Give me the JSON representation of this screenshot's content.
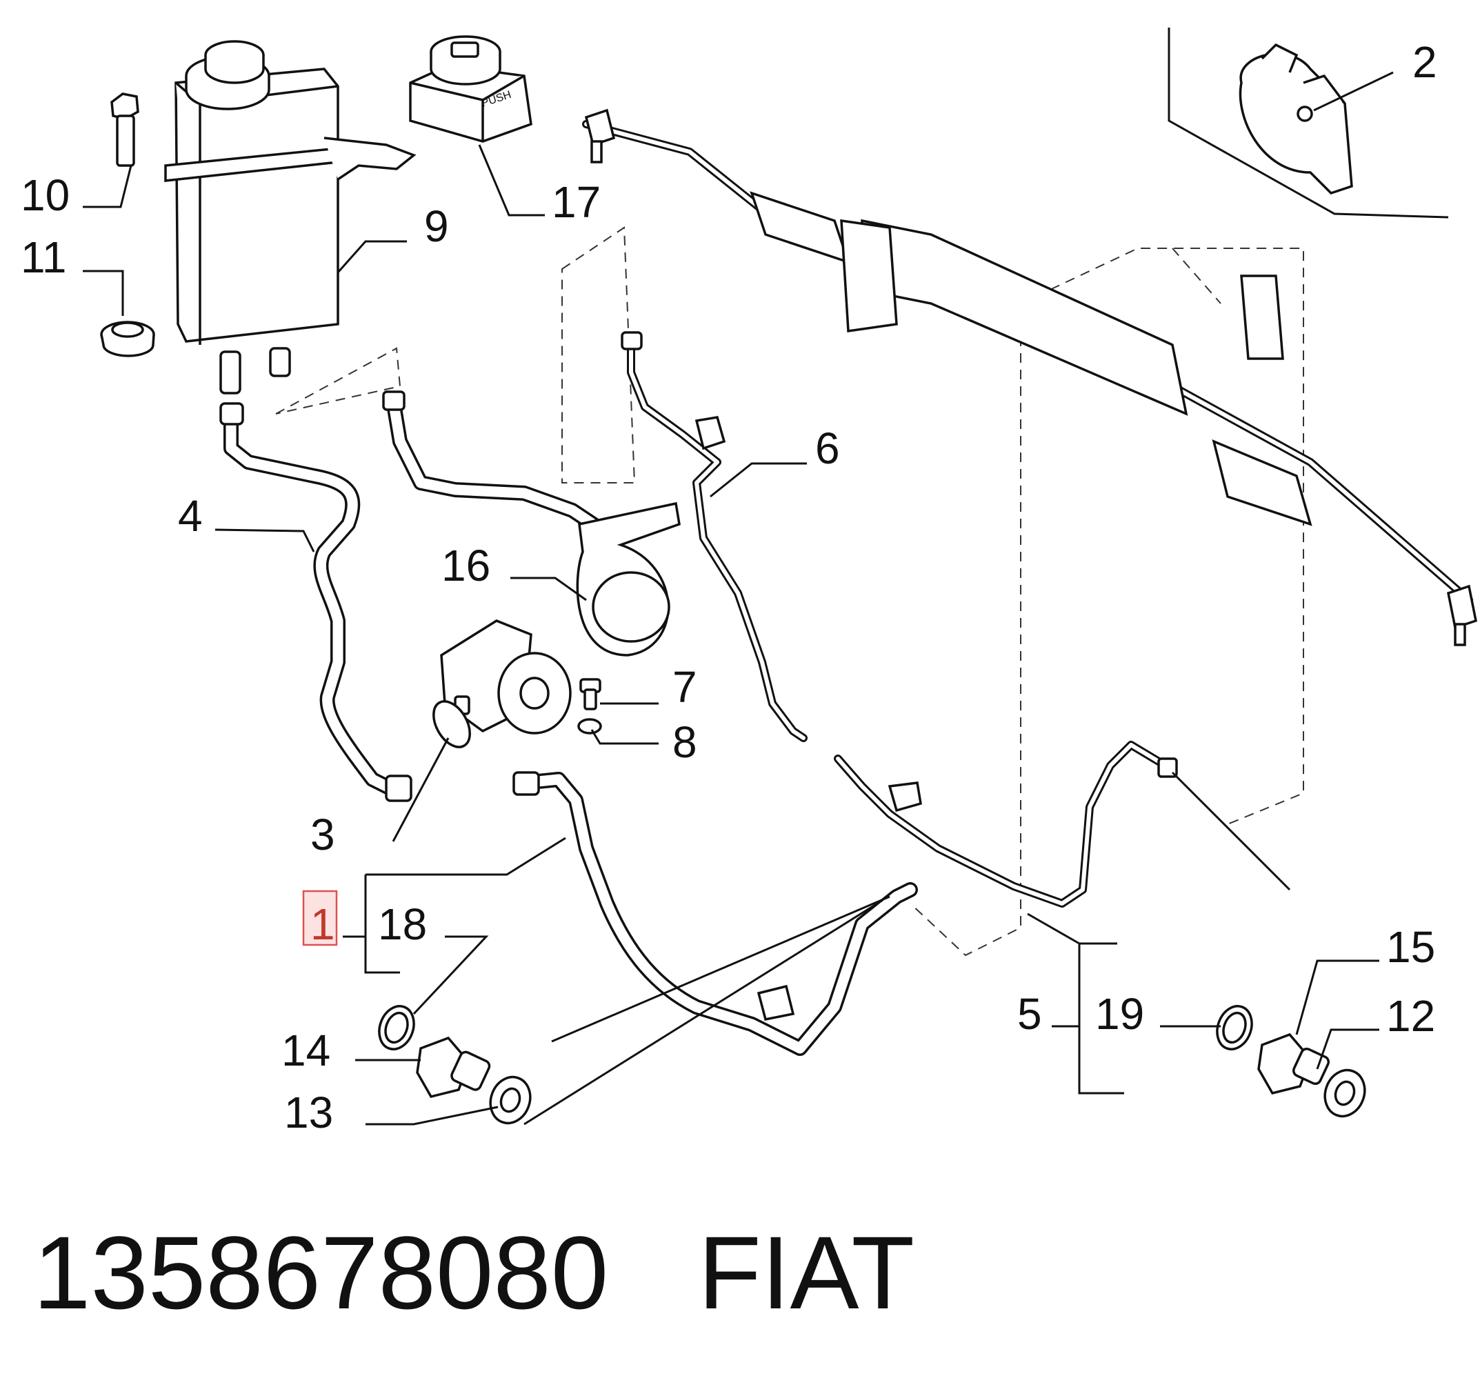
{
  "callouts": [
    {
      "number": "1",
      "highlighted": true
    },
    {
      "number": "2"
    },
    {
      "number": "3"
    },
    {
      "number": "4"
    },
    {
      "number": "5"
    },
    {
      "number": "6"
    },
    {
      "number": "7"
    },
    {
      "number": "8"
    },
    {
      "number": "9"
    },
    {
      "number": "10"
    },
    {
      "number": "11"
    },
    {
      "number": "12"
    },
    {
      "number": "13"
    },
    {
      "number": "14"
    },
    {
      "number": "15"
    },
    {
      "number": "16"
    },
    {
      "number": "17"
    },
    {
      "number": "18"
    },
    {
      "number": "19"
    }
  ],
  "cap_text": "PUSH",
  "footer": {
    "part_number": "1358678080",
    "brand": "FIAT"
  },
  "colors": {
    "highlight_fill": "#fde2e2",
    "highlight_stroke": "#d9534f",
    "line": "#111111"
  }
}
